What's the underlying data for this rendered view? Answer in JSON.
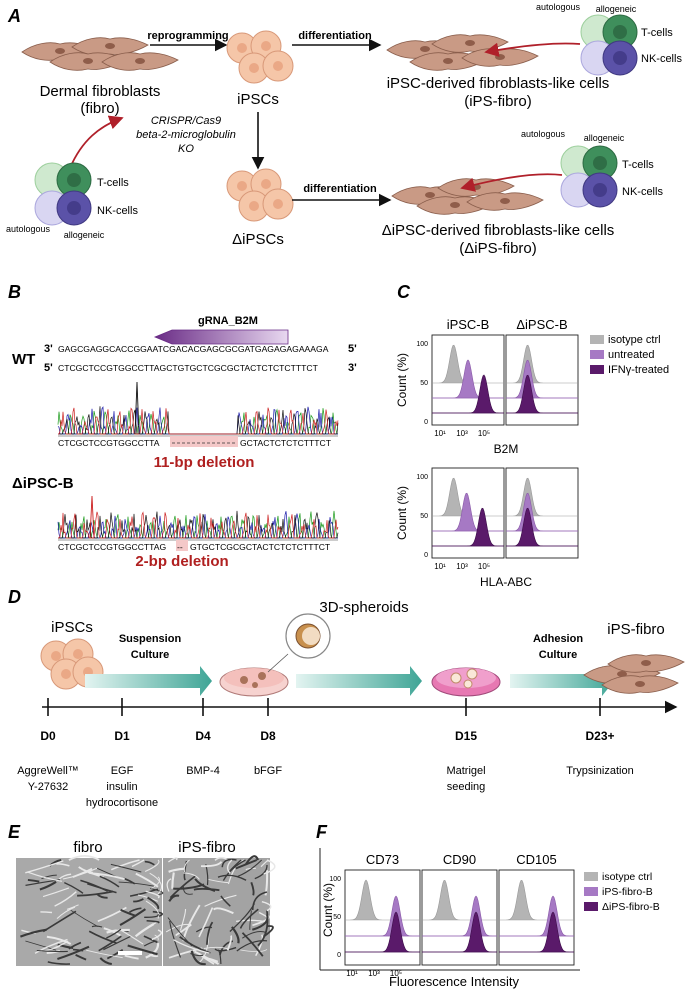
{
  "panels": {
    "A": "A",
    "B": "B",
    "C": "C",
    "D": "D",
    "E": "E",
    "F": "F"
  },
  "panelA": {
    "reprogramming": "reprogramming",
    "differentiation": "differentiation",
    "fibro_line1": "Dermal fibroblasts",
    "fibro_line2": "(fibro)",
    "ipscs": "iPSCs",
    "ips_fibro_line1": "iPSC-derived fibroblasts-like cells",
    "ips_fibro_line2": "(iPS-fibro)",
    "crispr_line1": "CRISPR/Cas9",
    "crispr_line2": "beta-2-microglobulin",
    "crispr_line3": "KO",
    "dipscs": "ΔiPSCs",
    "dips_fibro_line1": "ΔiPSC-derived fibroblasts-like cells",
    "dips_fibro_line2": "(ΔiPS-fibro)",
    "autologous": "autologous",
    "allogeneic": "allogeneic",
    "tcells": "T-cells",
    "nkcells": "NK-cells"
  },
  "panelB": {
    "grna": "gRNA_B2M",
    "wt": "WT",
    "three": "3'",
    "five": "5'",
    "seq_top": "GAGCGAGGCACCGGAATCGACACGAGCGCGATGAGAGAGAAAGA",
    "seq_bottom": "CTCGCTCCGTGGCCTTAGCTGTGCTCGCGCTACTCTCTCTTTCT",
    "read1_left": "CTCGCTCCGTGGCCTTA",
    "read1_right": "GCTACTCTCTCTTTCT",
    "del11": "11-bp deletion",
    "dipscb": "ΔiPSC-B",
    "read2_left": "CTCGCTCCGTGGCCTTAG",
    "read2_dash": "--",
    "read2_right": "GTGCTCGCGCTACTCTCTCTTTCT",
    "del2": "2-bp deletion"
  },
  "panelC": {
    "col1": "iPSC-B",
    "col2": "ΔiPSC-B",
    "ylabel": "Count (%)",
    "xlabel1": "B2M",
    "xlabel2": "HLA-ABC",
    "yticks": [
      "100",
      "50",
      "0"
    ],
    "xticks": [
      "10¹",
      "10³",
      "10⁵"
    ],
    "legend": [
      "isotype ctrl",
      "untreated",
      "IFNγ-treated"
    ]
  },
  "panelD": {
    "ipscs": "iPSCs",
    "suspension_line1": "Suspension",
    "suspension_line2": "Culture",
    "spheroids": "3D-spheroids",
    "adhesion_line1": "Adhesion",
    "adhesion_line2": "Culture",
    "ips_fibro": "iPS-fibro",
    "days": [
      "D0",
      "D1",
      "D4",
      "D8",
      "D15",
      "D23+"
    ],
    "d0_line1": "AggreWell™",
    "d0_line2": "Y-27632",
    "d1_line1": "EGF",
    "d1_line2": "insulin",
    "d1_line3": "hydrocortisone",
    "d4": "BMP-4",
    "d8": "bFGF",
    "d15_line1": "Matrigel",
    "d15_line2": "seeding",
    "d23": "Trypsinization"
  },
  "panelE": {
    "left": "fibro",
    "right": "iPS-fibro"
  },
  "panelF": {
    "titles": [
      "CD73",
      "CD90",
      "CD105"
    ],
    "ylabel": "Count (%)",
    "xlabel": "Fluorescence Intensity",
    "yticks": [
      "100",
      "50",
      "0"
    ],
    "xticks": [
      "10¹",
      "10³",
      "10⁵"
    ],
    "legend": [
      "isotype ctrl",
      "iPS-fibro-B",
      "ΔiPS-fibro-B"
    ]
  },
  "colors": {
    "grey": "#b4b4b4",
    "light_purple": "#a679c4",
    "dark_purple": "#5a1a6a",
    "teal": "#4fb3a3",
    "cell": "#f5c6a8",
    "fibro": "#c99a85",
    "red_arrow": "#b0202a"
  }
}
